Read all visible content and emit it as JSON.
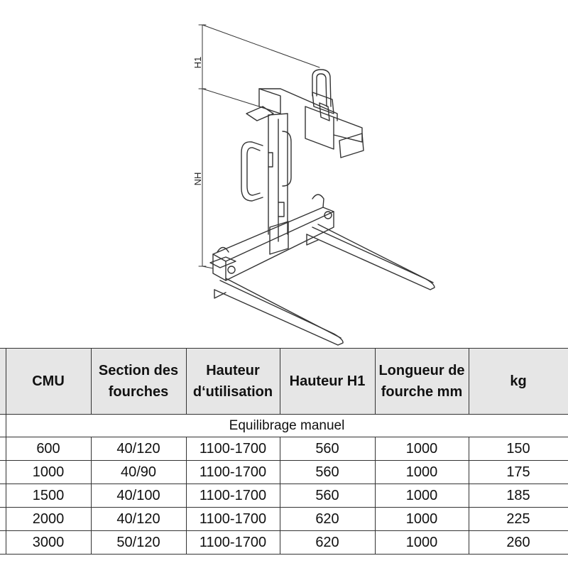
{
  "drawing": {
    "dimension_labels": {
      "h1": "H1",
      "nh": "NH"
    }
  },
  "table": {
    "headers": {
      "cmu": "CMU",
      "section": "Section des fourches",
      "hauteur_utilisation": "Hauteur d‘utilisation",
      "hauteur_h1": "Hauteur H1",
      "longueur": "Longueur de fourche mm",
      "kg": "kg"
    },
    "section_label": "Equilibrage manuel",
    "rows": [
      {
        "cmu": "600",
        "section": "40/120",
        "hauteur": "1100-1700",
        "h1": "560",
        "longueur": "1000",
        "kg": "150"
      },
      {
        "cmu": "1000",
        "section": "40/90",
        "hauteur": "1100-1700",
        "h1": "560",
        "longueur": "1000",
        "kg": "175"
      },
      {
        "cmu": "1500",
        "section": "40/100",
        "hauteur": "1100-1700",
        "h1": "560",
        "longueur": "1000",
        "kg": "185"
      },
      {
        "cmu": "2000",
        "section": "40/120",
        "hauteur": "1100-1700",
        "h1": "620",
        "longueur": "1000",
        "kg": "225"
      },
      {
        "cmu": "3000",
        "section": "50/120",
        "hauteur": "1100-1700",
        "h1": "620",
        "longueur": "1000",
        "kg": "260"
      }
    ]
  }
}
